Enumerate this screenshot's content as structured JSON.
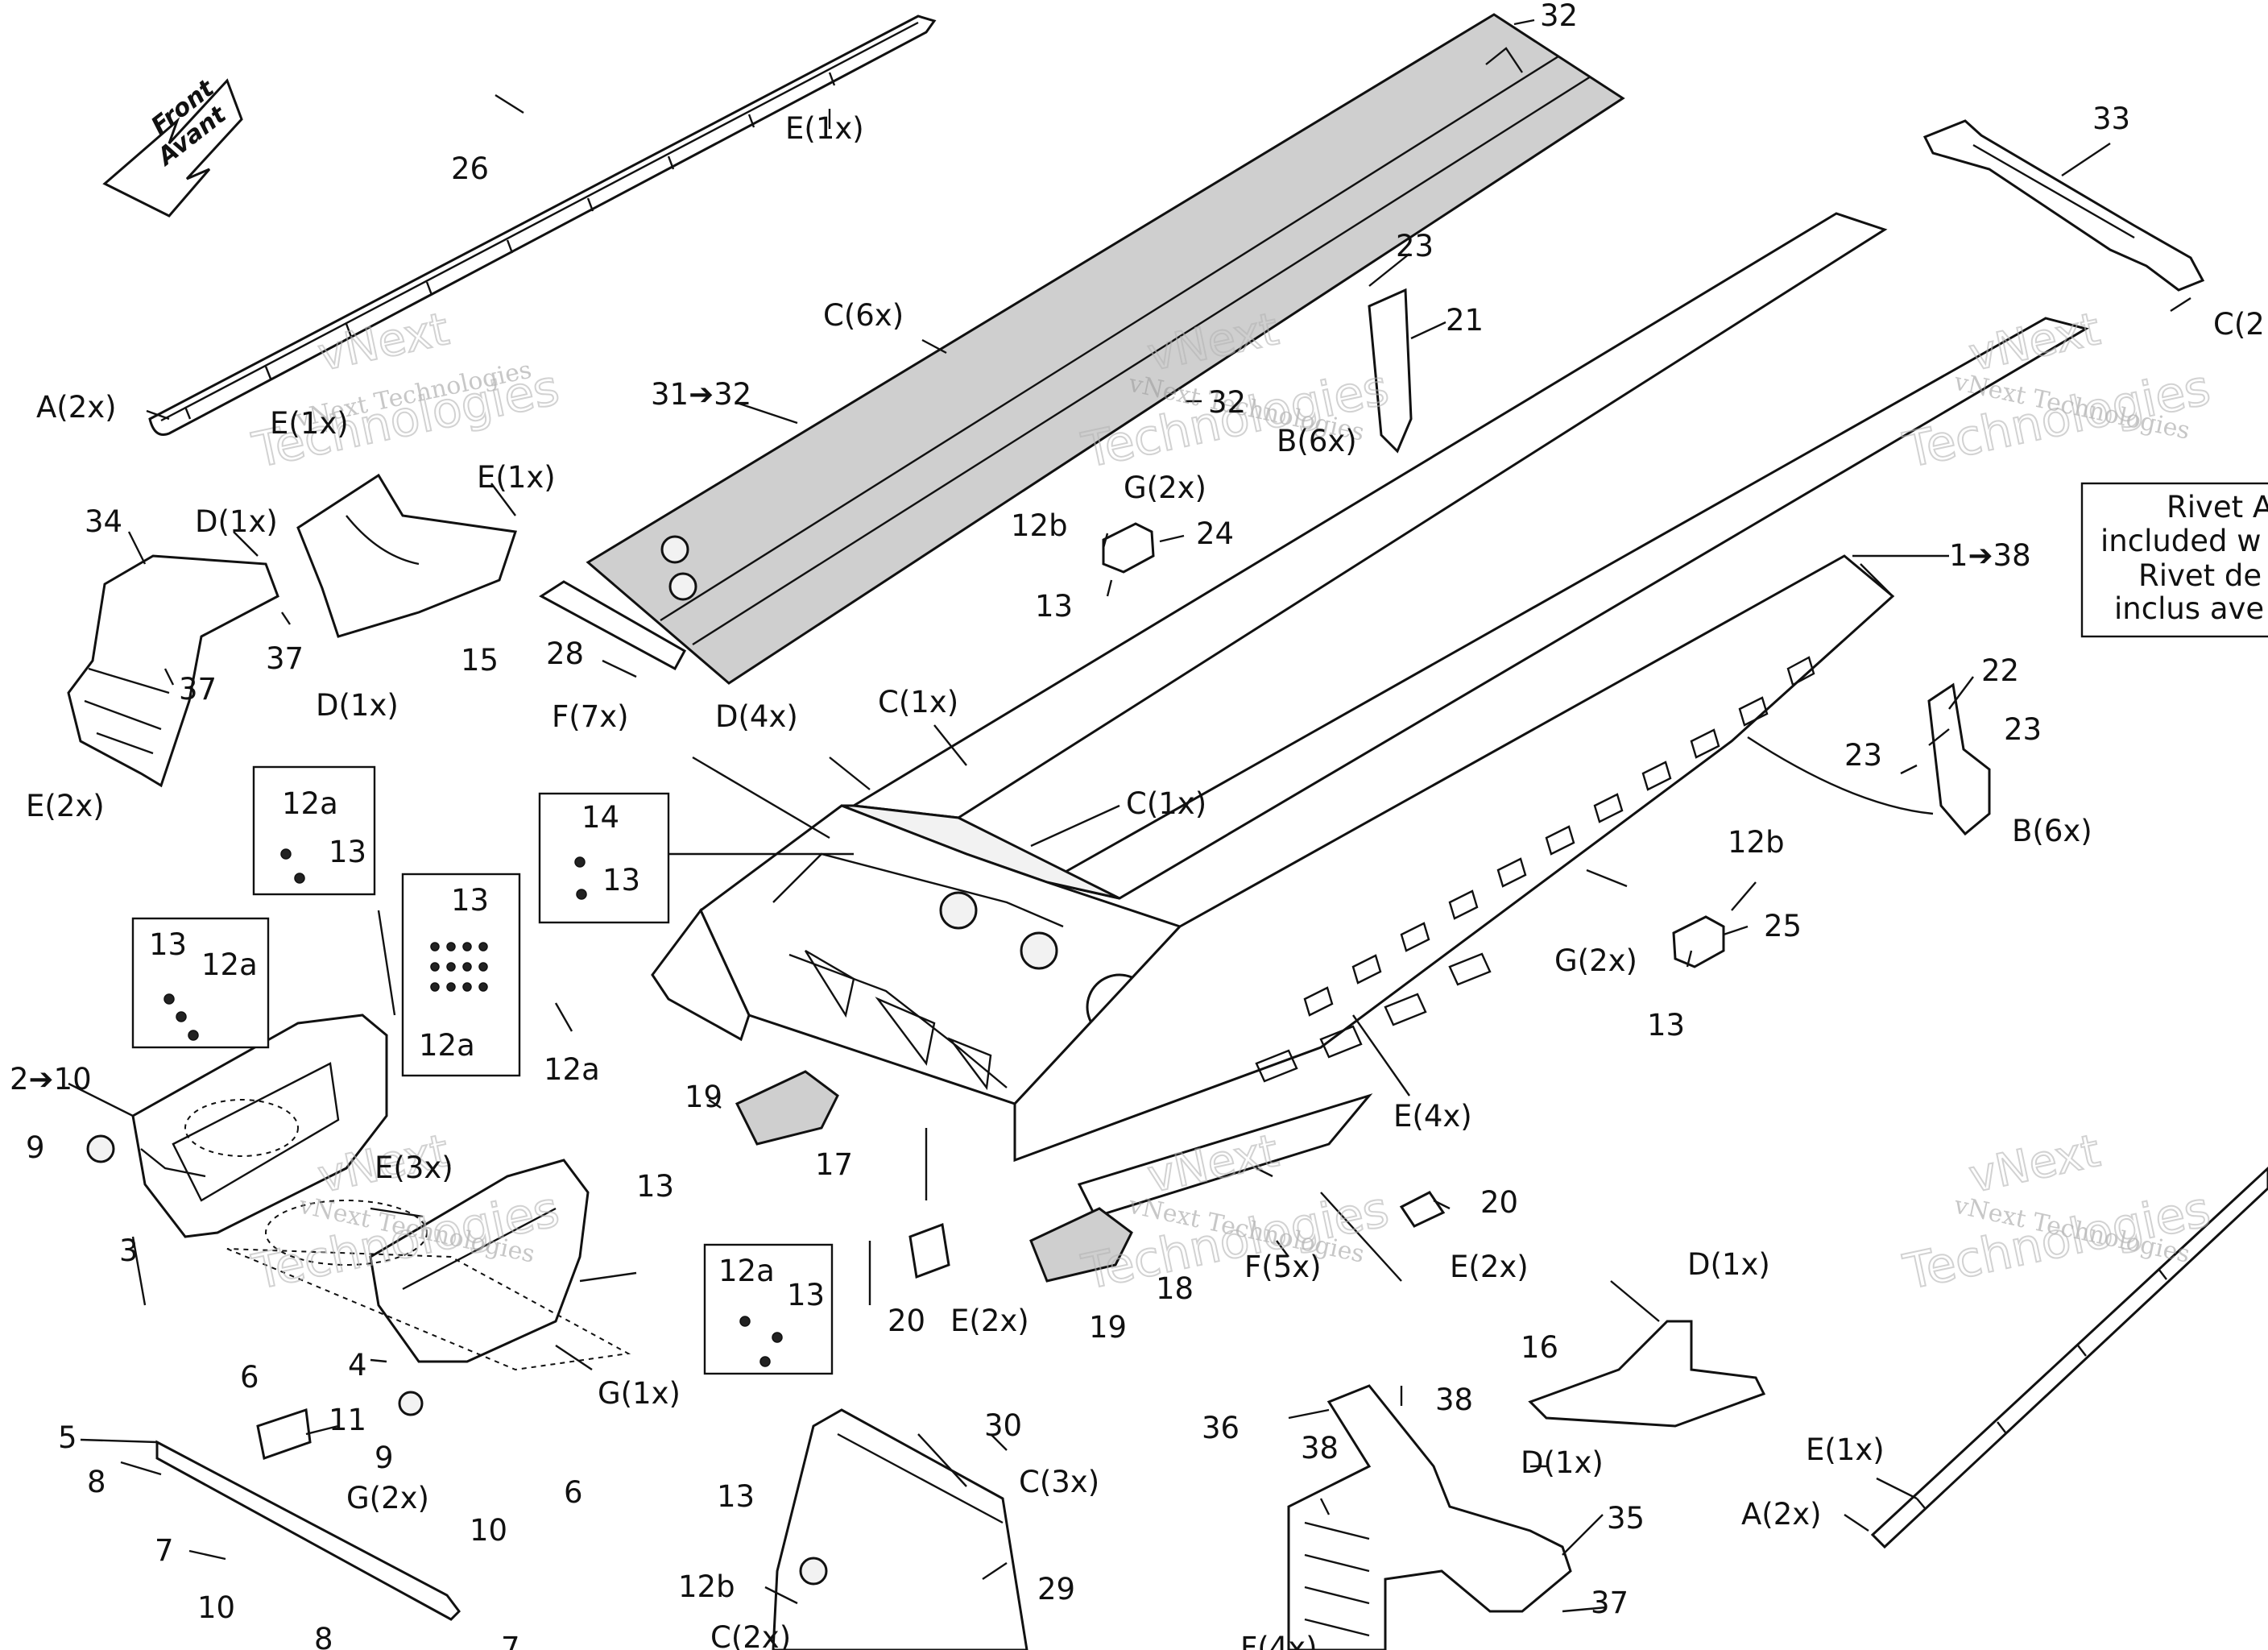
{
  "front_arrow": {
    "line1": "Front",
    "line2": "Avant"
  },
  "watermark": {
    "company": "vNext Technologies",
    "brand_top": "vNext",
    "brand_bottom": "Technologies"
  },
  "note": {
    "line1": "Rivet A",
    "line2": "included w",
    "line3": "Rivet de",
    "line4": "inclus ave"
  },
  "labels": {
    "l32": "32",
    "l26": "26",
    "lE1a": "E(1x)",
    "l33": "33",
    "lC2a": "C(2",
    "lC6": "C(6x)",
    "l23a": "23",
    "l21": "21",
    "lA2a": "A(2x)",
    "lE1b": "E(1x)",
    "l31": "31➔32",
    "l32b": "32",
    "lB6a": "B(6x)",
    "lE1c": "E(1x)",
    "l34": "34",
    "lD1a": "D(1x)",
    "lG2a": "G(2x)",
    "l12b_a": "12b",
    "l24": "24",
    "l138": "1➔38",
    "l37a": "37",
    "l15": "15",
    "l28": "28",
    "l13a": "13",
    "l37b": "37",
    "lD1b": "D(1x)",
    "l22": "22",
    "l23b": "23",
    "l23c": "23",
    "lF7": "F(7x)",
    "lD4": "D(4x)",
    "lC1a": "C(1x)",
    "lE2a": "E(2x)",
    "l12a_a": "12a",
    "l13b": "13",
    "lC1b": "C(1x)",
    "lB6b": "B(6x)",
    "l14": "14",
    "l13c": "13",
    "l12b_b": "12b",
    "l13d": "13",
    "l25": "25",
    "l13e": "13",
    "l12a_b": "12a",
    "lG2b": "G(2x)",
    "l12a_c": "12a",
    "l13f": "13",
    "l210": "2➔10",
    "l12a_d": "12a",
    "l19a": "19",
    "lE4": "E(4x)",
    "l9a": "9",
    "lE3": "E(3x)",
    "l13g": "13",
    "l17": "17",
    "l20a": "20",
    "l3": "3",
    "l12a_e": "12a",
    "l13h": "13",
    "lE2b": "E(2x)",
    "l18": "18",
    "lF5": "F(5x)",
    "lD1c": "D(1x)",
    "l6a": "6",
    "l4": "4",
    "l20b": "20",
    "lE2c": "E(2x)",
    "l19b": "19",
    "lG1": "G(1x)",
    "l16": "16",
    "l9b": "9",
    "l11": "11",
    "l30": "30",
    "l38a": "38",
    "l36": "36",
    "l5": "5",
    "lG2c": "G(2x)",
    "l8a": "8",
    "l6b": "6",
    "lC3": "C(3x)",
    "l13i": "13",
    "l38b": "38",
    "lD1d": "D(1x)",
    "lE1d": "E(1x)",
    "l10a": "10",
    "l7a": "7",
    "l35": "35",
    "lA2b": "A(2x)",
    "l10b": "10",
    "l12b_c": "12b",
    "l29": "29",
    "l37c": "37",
    "l8b": "8",
    "lC2b": "C(2x)",
    "l7b": "7",
    "lF4": "F(4x)"
  }
}
